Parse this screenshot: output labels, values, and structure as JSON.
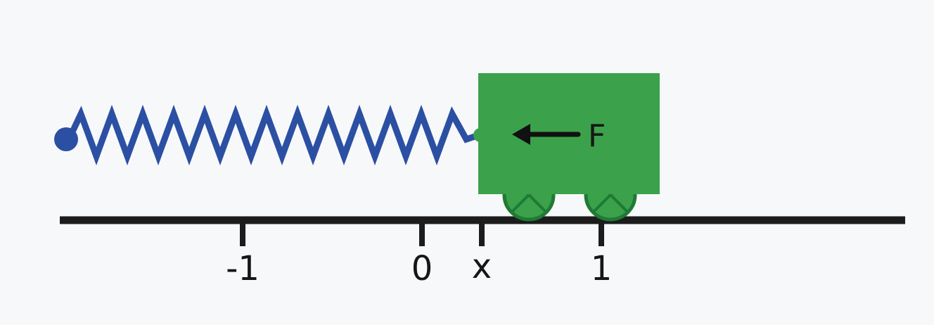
{
  "diagram": {
    "title": "spring-cart-force-diagram",
    "tick_labels": {
      "minus_one": "-1",
      "zero": "0",
      "x": "x",
      "one": "1"
    },
    "force_label": "F",
    "colors": {
      "background": "#f7f8fa",
      "spring": "#2b4fa3",
      "spring_anchor": "#2b4fa3",
      "cart": "#3ba14b",
      "cart_outline": "#2e8c3e",
      "wheel_cross": "#1f7a33",
      "axis": "#1c1c1c",
      "arrow": "#111111",
      "text": "#161616"
    }
  }
}
